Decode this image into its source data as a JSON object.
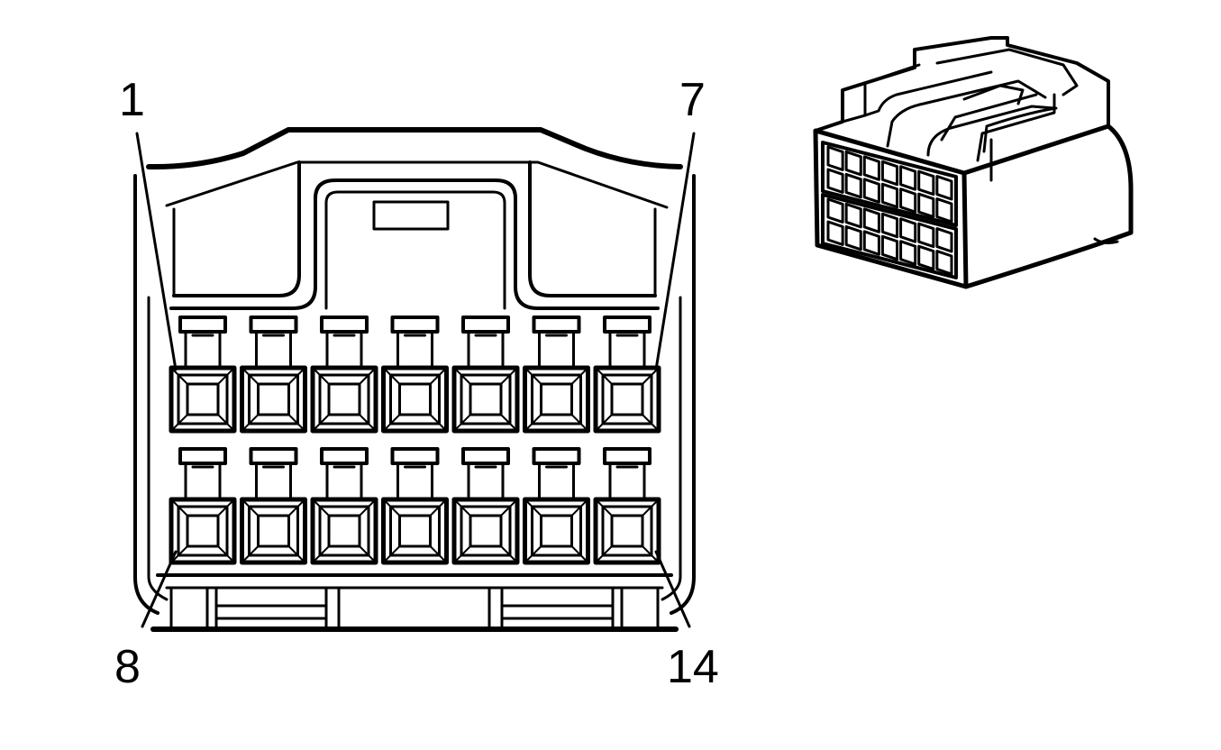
{
  "labels": {
    "pin_top_left": "1",
    "pin_top_right": "7",
    "pin_bottom_left": "8",
    "pin_bottom_right": "14"
  },
  "connector": {
    "rows": 2,
    "cavities_per_row": 7
  },
  "colors": {
    "line": "#000000",
    "background": "#ffffff"
  }
}
